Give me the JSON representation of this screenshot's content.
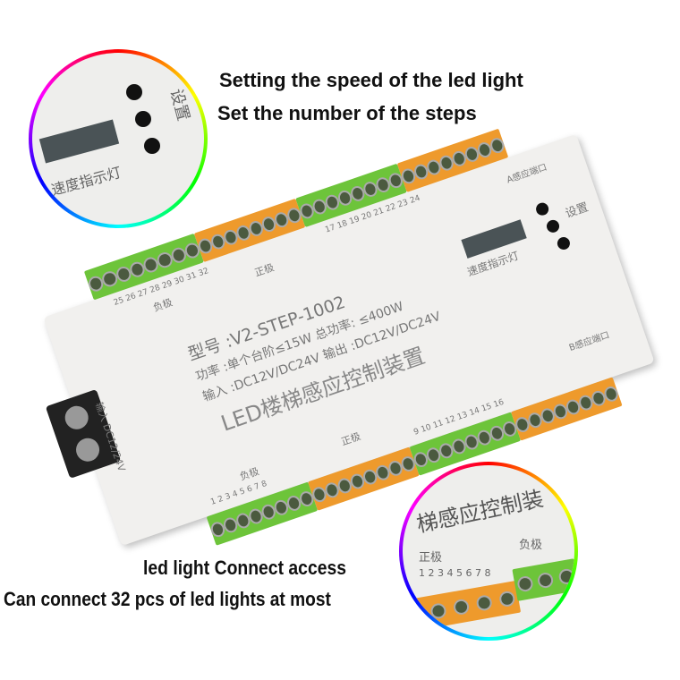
{
  "captions": {
    "speed": "Setting the speed of the led light",
    "steps": "Set the number of the steps",
    "connect": "led light Connect access",
    "max": "Can connect 32 pcs of led lights at most"
  },
  "device": {
    "model": "型号 :V2-STEP-1002",
    "power": "功率 :单个台阶≤15W 总功率: ≤400W",
    "io": "输入 :DC12V/DC24V  输出 :DC12V/DC24V",
    "name": "LED楼梯感应控制装置",
    "speed_label": "速度指示灯",
    "setting_label": "设置",
    "input_label": "输入 DC12/24V",
    "sensor_a": "A感应端口",
    "sensor_b": "B感应端口",
    "negative": "负极",
    "positive": "正极",
    "ch_1_8": "1 2 3 4 5 6 7 8",
    "ch_9_16": "9 10 11 12 13 14 15 16",
    "ch_17_24": "17 18 19 20 21 22 23 24",
    "ch_25_32": "25 26 27 28 29 30 31 32"
  },
  "zoom_bottom": {
    "title": "梯感应控制装",
    "positive": "正极",
    "negative": "负极",
    "numbers": "1 2 3 4 5 6 7 8"
  }
}
